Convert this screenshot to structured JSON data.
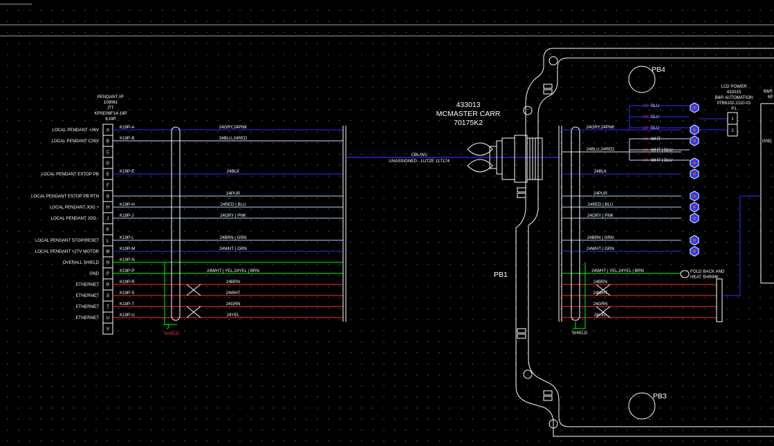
{
  "left_connector": {
    "title_lines": [
      "PENDANT I/F",
      "109061",
      "ITT",
      "KPSE06F14-19P",
      "K19P"
    ],
    "pins": [
      {
        "letter": "A",
        "label": "LOCAL PENDANT +26V",
        "pin": "K19P-A",
        "wire": "24GRY,24PNK",
        "color": "#3030ff"
      },
      {
        "letter": "B",
        "label": "LOCAL PENDANT C26V",
        "pin": "K19P-B",
        "wire": "24BLU,24RED",
        "color": "#dcdcff"
      },
      {
        "letter": "C",
        "label": "",
        "pin": "",
        "wire": "",
        "color": ""
      },
      {
        "letter": "D",
        "label": "",
        "pin": "",
        "wire": "",
        "color": ""
      },
      {
        "letter": "E",
        "label": "LOCAL PENDANT ESTOP PB",
        "pin": "K19P-E",
        "wire": "24BLK",
        "color": "#3030ff"
      },
      {
        "letter": "F",
        "label": "",
        "pin": "",
        "wire": "",
        "color": ""
      },
      {
        "letter": "G",
        "label": "LOCAL PENDANT ESTOP PB RTN",
        "pin": "",
        "wire": "24PUR",
        "color": "#a8d8ff"
      },
      {
        "letter": "H",
        "label": "LOCAL PENDANT JOG +",
        "pin": "K19P-H",
        "wire": "24RED | BLU",
        "color": "#a8d8ff"
      },
      {
        "letter": "J",
        "label": "LOCAL PENDANT JOG -",
        "pin": "K19P-J",
        "wire": "24GRY | PNK",
        "color": "#a8d8ff"
      },
      {
        "letter": "K",
        "label": "",
        "pin": "",
        "wire": "",
        "color": ""
      },
      {
        "letter": "L",
        "label": "LOCAL PENDANT STOP/RESET",
        "pin": "K19P-L",
        "wire": "24BRN | GRN",
        "color": "#a8d8ff"
      },
      {
        "letter": "M",
        "label": "LOCAL PENDANT +27V MOTOR",
        "pin": "K19P-M",
        "wire": "24WHT | GRN",
        "color": "#3030ff"
      },
      {
        "letter": "N",
        "label": "OVERALL SHIELD",
        "pin": "K19P-N",
        "wire": "",
        "color": "#00ff00"
      },
      {
        "letter": "P",
        "label": "GND",
        "pin": "K19P-P",
        "wire": "24WHT | YEL,24YEL | BRN",
        "color": "#00ff00"
      },
      {
        "letter": "R",
        "label": "ETHERNET",
        "pin": "K19P-R",
        "wire": "24BRN",
        "color": "#ff3030"
      },
      {
        "letter": "S",
        "label": "ETHERNET",
        "pin": "K19P-S",
        "wire": "24WHT",
        "color": "#ff3030"
      },
      {
        "letter": "T",
        "label": "ETHERNET",
        "pin": "K19P-T",
        "wire": "24GRN",
        "color": "#ff3030"
      },
      {
        "letter": "U",
        "label": "ETHERNET",
        "pin": "K19P-U",
        "wire": "24YEL",
        "color": "#ff3030"
      },
      {
        "letter": "V",
        "label": "",
        "pin": "",
        "wire": "",
        "color": ""
      }
    ]
  },
  "shield_labels": {
    "left": "SHIELD",
    "right": "SHIELD"
  },
  "cable": {
    "part_lines": [
      "433013",
      "MCMASTER CARR",
      "70175K2"
    ],
    "label_lines": [
      "CBL/W1",
      "UNASSIGNED - LUTZE 117174"
    ],
    "color": "#3030ff"
  },
  "right_wires": [
    {
      "label": "24GRY,24PNK",
      "color": "#3030ff"
    },
    {
      "label": "24BLU,24RED",
      "color": "#dcdcff"
    },
    {
      "label": "24BLK",
      "color": "#3030ff"
    },
    {
      "label": "24PUR",
      "color": "#a8d8ff"
    },
    {
      "label": "24RED | BLU",
      "color": "#a8d8ff"
    },
    {
      "label": "24GRY | PNK",
      "color": "#a8d8ff"
    },
    {
      "label": "24BRN | GRN",
      "color": "#a8d8ff"
    },
    {
      "label": "24WHT | GRN",
      "color": "#3030ff"
    },
    {
      "label": "24WHT | YEL,24YEL | BRN",
      "color": "#00ff00"
    },
    {
      "label": "24BRN",
      "color": "#ff3030"
    },
    {
      "label": "24WHT",
      "color": "#ff3030"
    },
    {
      "label": "24GRN",
      "color": "#ff3030"
    },
    {
      "label": "24YEL",
      "color": "#ff3030"
    }
  ],
  "splice_labels": [
    {
      "gauge": "20",
      "color": "BLU"
    },
    {
      "gauge": "20",
      "color": "BLU"
    },
    {
      "gauge": "20",
      "color": "BLU"
    },
    {
      "gauge": "20",
      "color": "WHT"
    },
    {
      "gauge": "20",
      "color": "WHT | BLU"
    },
    {
      "gauge": "20",
      "color": "WHT | BLU"
    }
  ],
  "power": {
    "lines": [
      "LCD POWER",
      "432015",
      "B&R AUTOMATION",
      "0TB6102.2110-01",
      "P1"
    ],
    "pins": [
      "1",
      "2"
    ],
    "right_partial": [
      "B&R",
      "6P"
    ],
    "gnd": "GND"
  },
  "fold_note": [
    "FOLD BACK AND",
    "HEAT SHRINK"
  ],
  "pb_labels": {
    "pb1": "PB1",
    "pb3": "PB3",
    "pb4": "PB4"
  },
  "colors": {
    "background": "#000000",
    "line": "#ffffff",
    "blue": "#3030ff",
    "green": "#00ff00",
    "red": "#ff3030",
    "light_blue": "#a8d8ff"
  }
}
